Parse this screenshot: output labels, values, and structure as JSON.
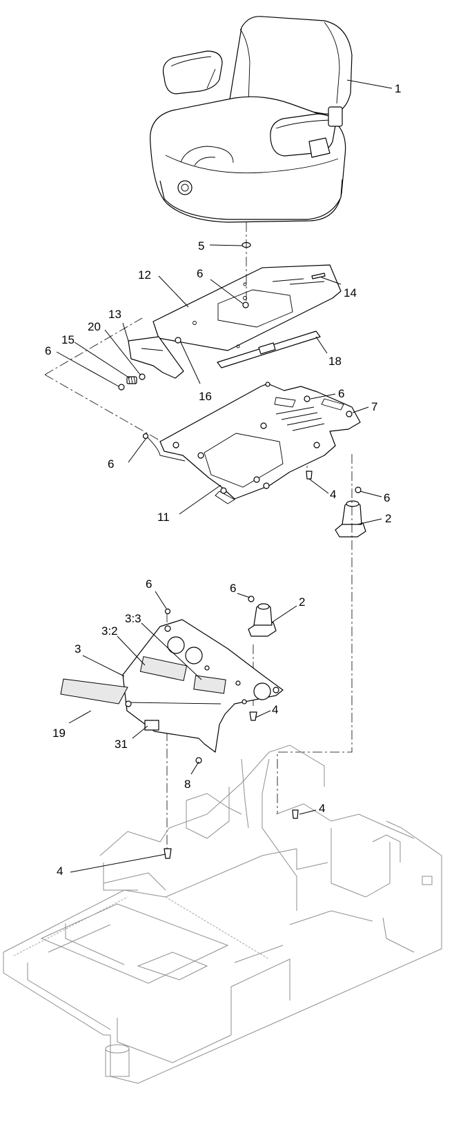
{
  "callouts": {
    "c1": "1",
    "c5": "5",
    "c12": "12",
    "c6a": "6",
    "c14": "14",
    "c13": "13",
    "c20": "20",
    "c15": "15",
    "c6b": "6",
    "c18": "18",
    "c16": "16",
    "c6c": "6",
    "c7": "7",
    "c6d": "6",
    "c4a": "4",
    "c11": "11",
    "c6e": "6",
    "c2a": "2",
    "c6f": "6",
    "c6g": "6",
    "c2b": "2",
    "c33": "3:3",
    "c32": "3:2",
    "c3": "3",
    "c4b": "4",
    "c19": "19",
    "c31": "31",
    "c8": "8",
    "c4c": "4",
    "c4d": "4"
  }
}
